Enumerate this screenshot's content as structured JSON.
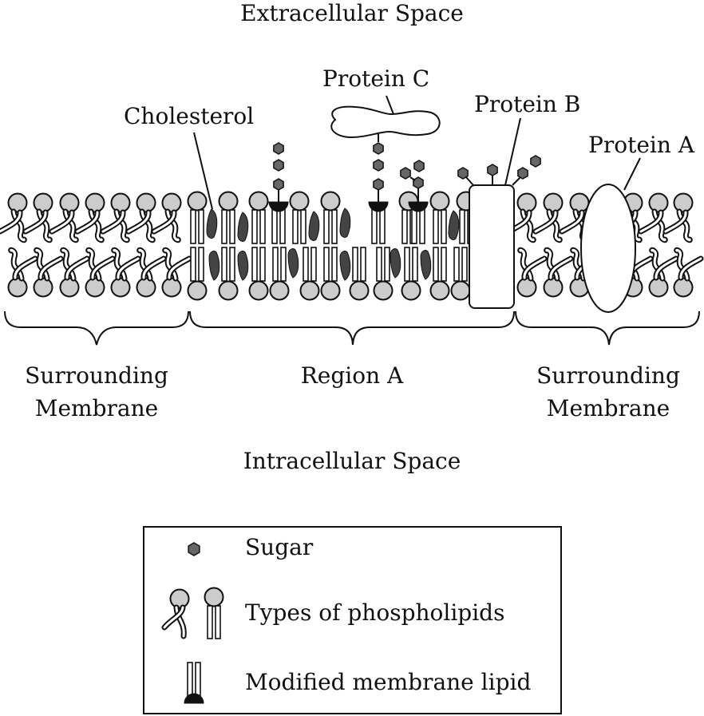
{
  "labels": {
    "extracellular": "Extracellular Space",
    "intracellular": "Intracellular Space",
    "cholesterol": "Cholesterol",
    "protein_a": "Protein A",
    "protein_b": "Protein B",
    "protein_c": "Protein C",
    "surrounding_left_line1": "Surrounding",
    "surrounding_left_line2": "Membrane",
    "region_a": "Region A",
    "surrounding_right_line1": "Surrounding",
    "surrounding_right_line2": "Membrane"
  },
  "legend": {
    "sugar": "Sugar",
    "phospholipids": "Types of phospholipids",
    "modified_lipid": "Modified membrane lipid"
  },
  "colors": {
    "head_fill": "#cccccc",
    "sugar_fill": "#666666",
    "cholesterol_fill": "#444444",
    "stroke": "#111111"
  }
}
